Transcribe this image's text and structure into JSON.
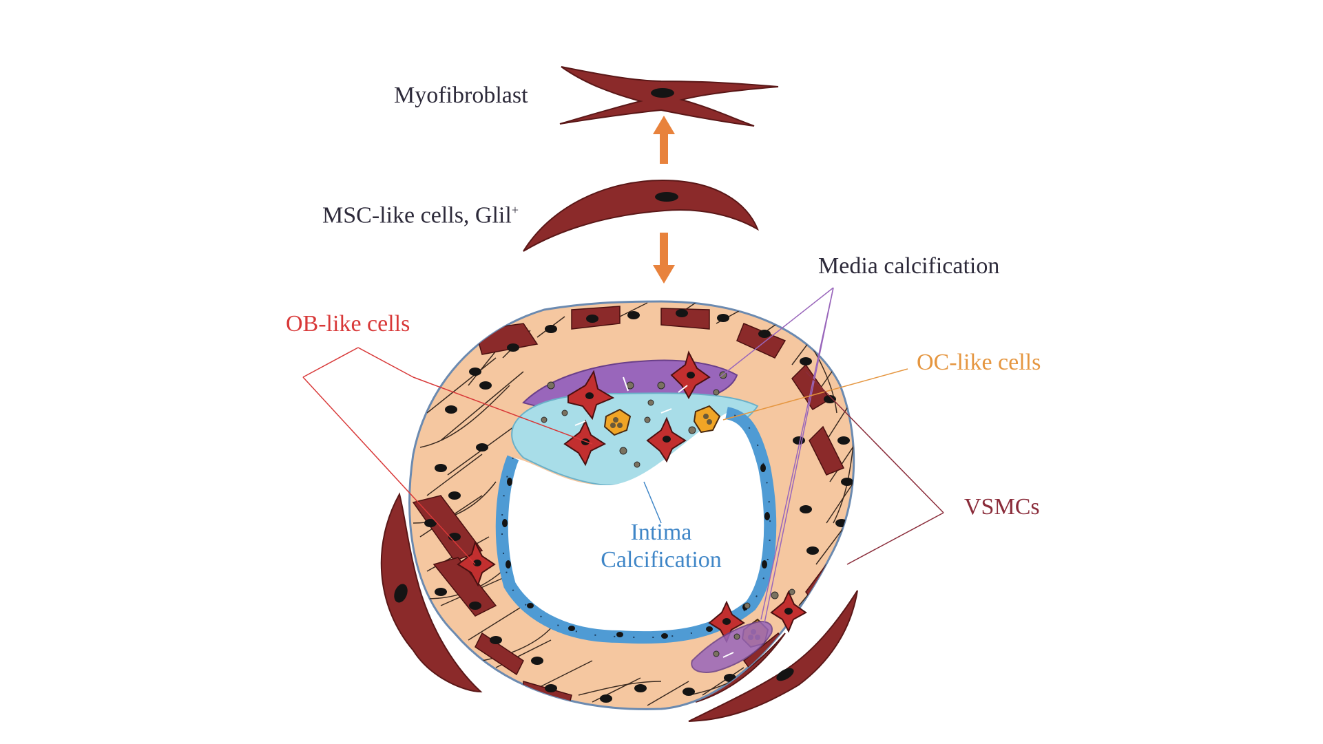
{
  "labels": {
    "myofibroblast": "Myofibroblast",
    "msc_cells": "MSC-like cells, Glil",
    "msc_superscript": "+",
    "media_calcification": "Media calcification",
    "ob_cells": "OB-like cells",
    "oc_cells": "OC-like cells",
    "vsmcs": "VSMCs",
    "intima_line1": "Intima",
    "intima_line2": "Calcification"
  },
  "colors": {
    "cell_dark": "#8b2a2a",
    "vsmc_fill": "#f5c7a0",
    "ob_cell": "#c22f2f",
    "oc_cell": "#f0a526",
    "media_calc": "#9966bb",
    "intima_calc": "#a8dde8",
    "endothelium": "#4f9bd4",
    "arrow": "#e8823c",
    "label_dark": "#2d2a3a",
    "label_red": "#d83838",
    "label_orange": "#e59640",
    "label_blue": "#3f86c7",
    "label_vsmc": "#8a2c3a"
  }
}
